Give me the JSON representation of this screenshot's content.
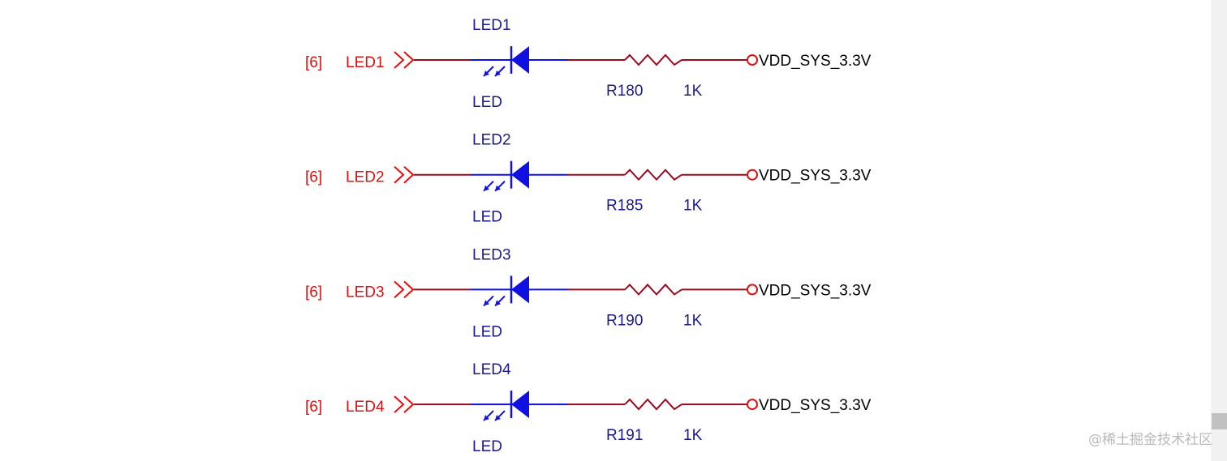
{
  "colors": {
    "port": "#e01010",
    "wire": "#9b0a1e",
    "component": "#1010e0",
    "label": "#1a1a8c",
    "power": "#000000",
    "power_terminal": "#e01010",
    "watermark": "#b9b9b9"
  },
  "circuits": [
    {
      "port_ref": "[6]",
      "net": "LED1",
      "led_designator": "LED1",
      "led_value": "LED",
      "resistor_designator": "R180",
      "resistor_value": "1K",
      "power_net": "VDD_SYS_3.3V"
    },
    {
      "port_ref": "[6]",
      "net": "LED2",
      "led_designator": "LED2",
      "led_value": "LED",
      "resistor_designator": "R185",
      "resistor_value": "1K",
      "power_net": "VDD_SYS_3.3V"
    },
    {
      "port_ref": "[6]",
      "net": "LED3",
      "led_designator": "LED3",
      "led_value": "LED",
      "resistor_designator": "R190",
      "resistor_value": "1K",
      "power_net": "VDD_SYS_3.3V"
    },
    {
      "port_ref": "[6]",
      "net": "LED4",
      "led_designator": "LED4",
      "led_value": "LED",
      "resistor_designator": "R191",
      "resistor_value": "1K",
      "power_net": "VDD_SYS_3.3V"
    }
  ],
  "watermark": "@稀土掘金技术社区"
}
